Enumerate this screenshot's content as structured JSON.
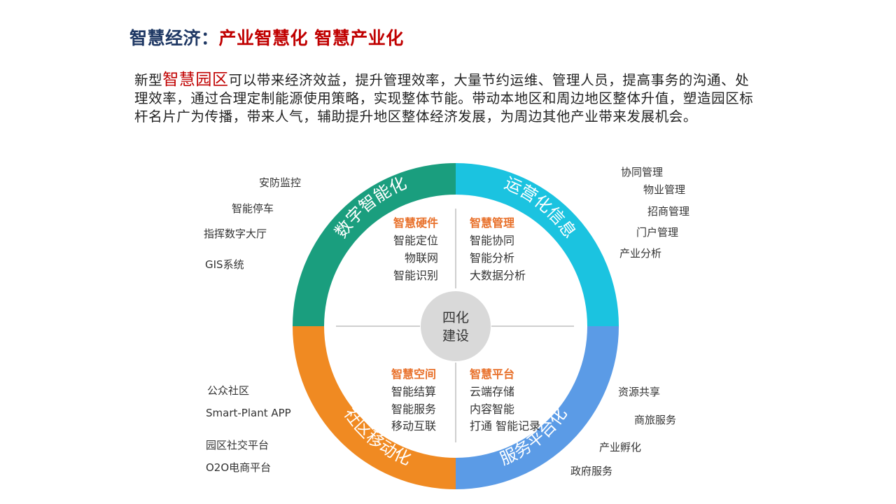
{
  "title": {
    "prefix": "智慧经济：",
    "main": "产业智慧化 智慧产业化"
  },
  "intro": {
    "lead": "新型",
    "highlight": "智慧园区",
    "body": "可以带来经济效益，提升管理效率，大量节约运维、管理人员，提高事务的沟通、处理效率，通过合理定制能源使用策略，实现整体节能。带动本地区和周边地区整体升值，塑造园区标杆名片广为传播，带来人气，辅助提升地区整体经济发展，为周边其他产业带来发展机会。"
  },
  "diagram": {
    "colors": {
      "green": "#1a9e7e",
      "cyan": "#1bc3e0",
      "blue": "#5b9be6",
      "orange": "#f08a22",
      "accent": "#e8702a",
      "center": "#d9d9d9"
    },
    "center": {
      "line1": "四化",
      "line2": "建设"
    },
    "ring": {
      "top_left": "数字智能化",
      "top_right": "运营化信息",
      "bottom_left": "社区移动化",
      "bottom_right": "服务平台化"
    },
    "quadrants": {
      "top_left": {
        "title": "智慧硬件",
        "items": [
          "智能定位",
          "物联网",
          "智能识别"
        ]
      },
      "top_right": {
        "title": "智慧管理",
        "items": [
          "智能协同",
          "智能分析",
          "大数据分析"
        ]
      },
      "bottom_left": {
        "title": "智慧空间",
        "items": [
          "智能结算",
          "智能服务",
          "移动互联"
        ]
      },
      "bottom_right": {
        "title": "智慧平台",
        "items": [
          "云端存储",
          "内容智能",
          "打通 智能记录"
        ]
      }
    },
    "side_labels": {
      "top_left": [
        "安防监控",
        "智能停车",
        "指挥数字大厅",
        "GIS系统"
      ],
      "top_right": [
        "协同管理",
        "物业管理",
        "招商管理",
        "门户管理",
        "产业分析"
      ],
      "bottom_left": [
        "公众社区",
        "Smart-Plant APP",
        "园区社交平台",
        "O2O电商平台"
      ],
      "bottom_right": [
        "资源共享",
        "商旅服务",
        "产业孵化",
        "政府服务"
      ]
    }
  }
}
